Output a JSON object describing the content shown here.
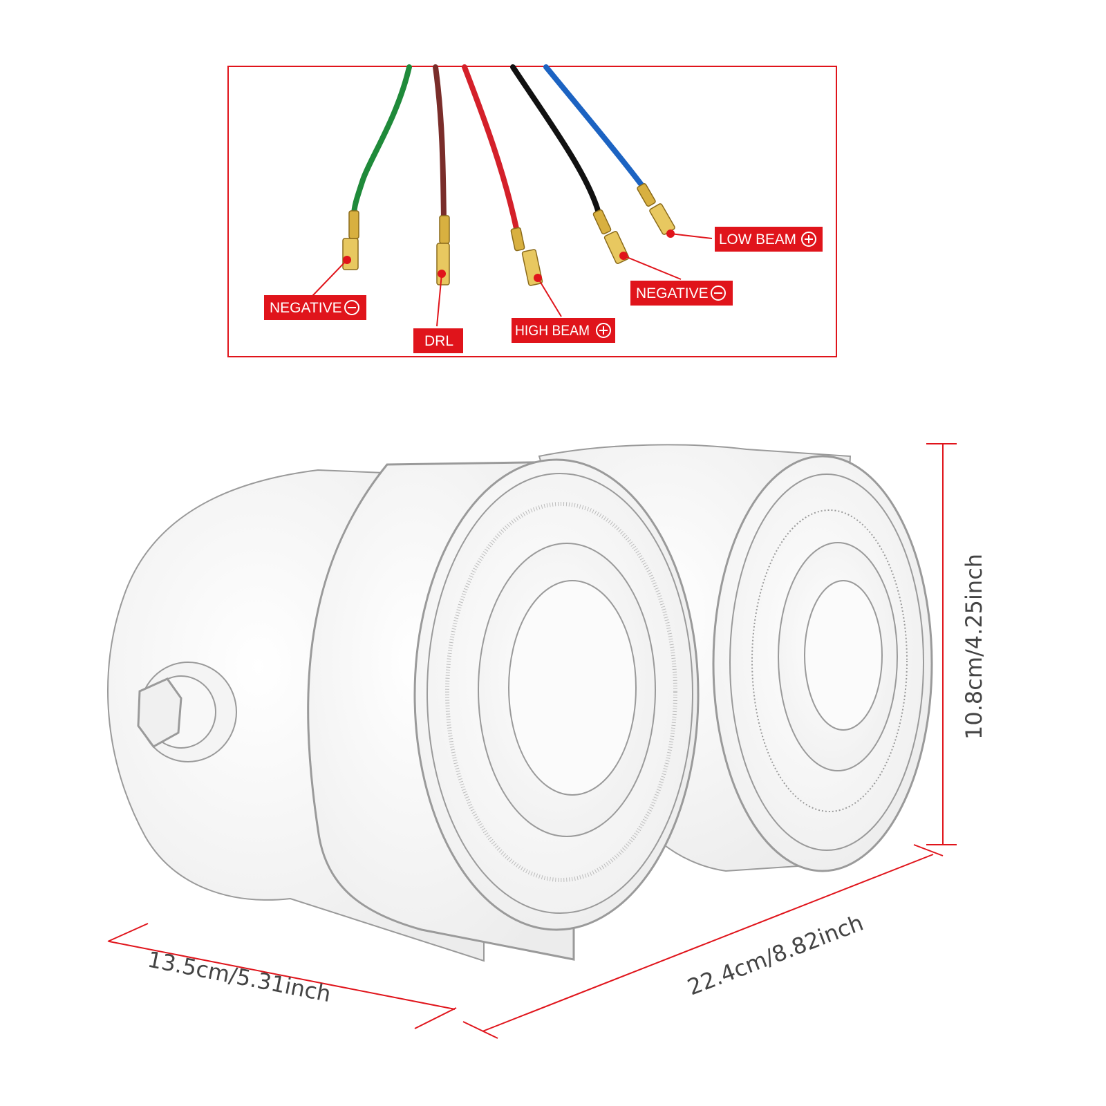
{
  "wiring": {
    "labels": {
      "negative_left": "NEGATIVE",
      "drl": "DRL",
      "high_beam": "HIGH BEAM",
      "negative_right": "NEGATIVE",
      "low_beam": "LOW BEAM"
    },
    "wire_colors": {
      "green": "#1f8a3a",
      "brown": "#7a2d2a",
      "red": "#d4202a",
      "black": "#111111",
      "blue": "#1c63c2"
    },
    "accent": "#e0141b"
  },
  "dimensions": {
    "depth": "13.5cm/5.31inch",
    "width": "22.4cm/8.82inch",
    "height": "10.8cm/4.25inch"
  }
}
